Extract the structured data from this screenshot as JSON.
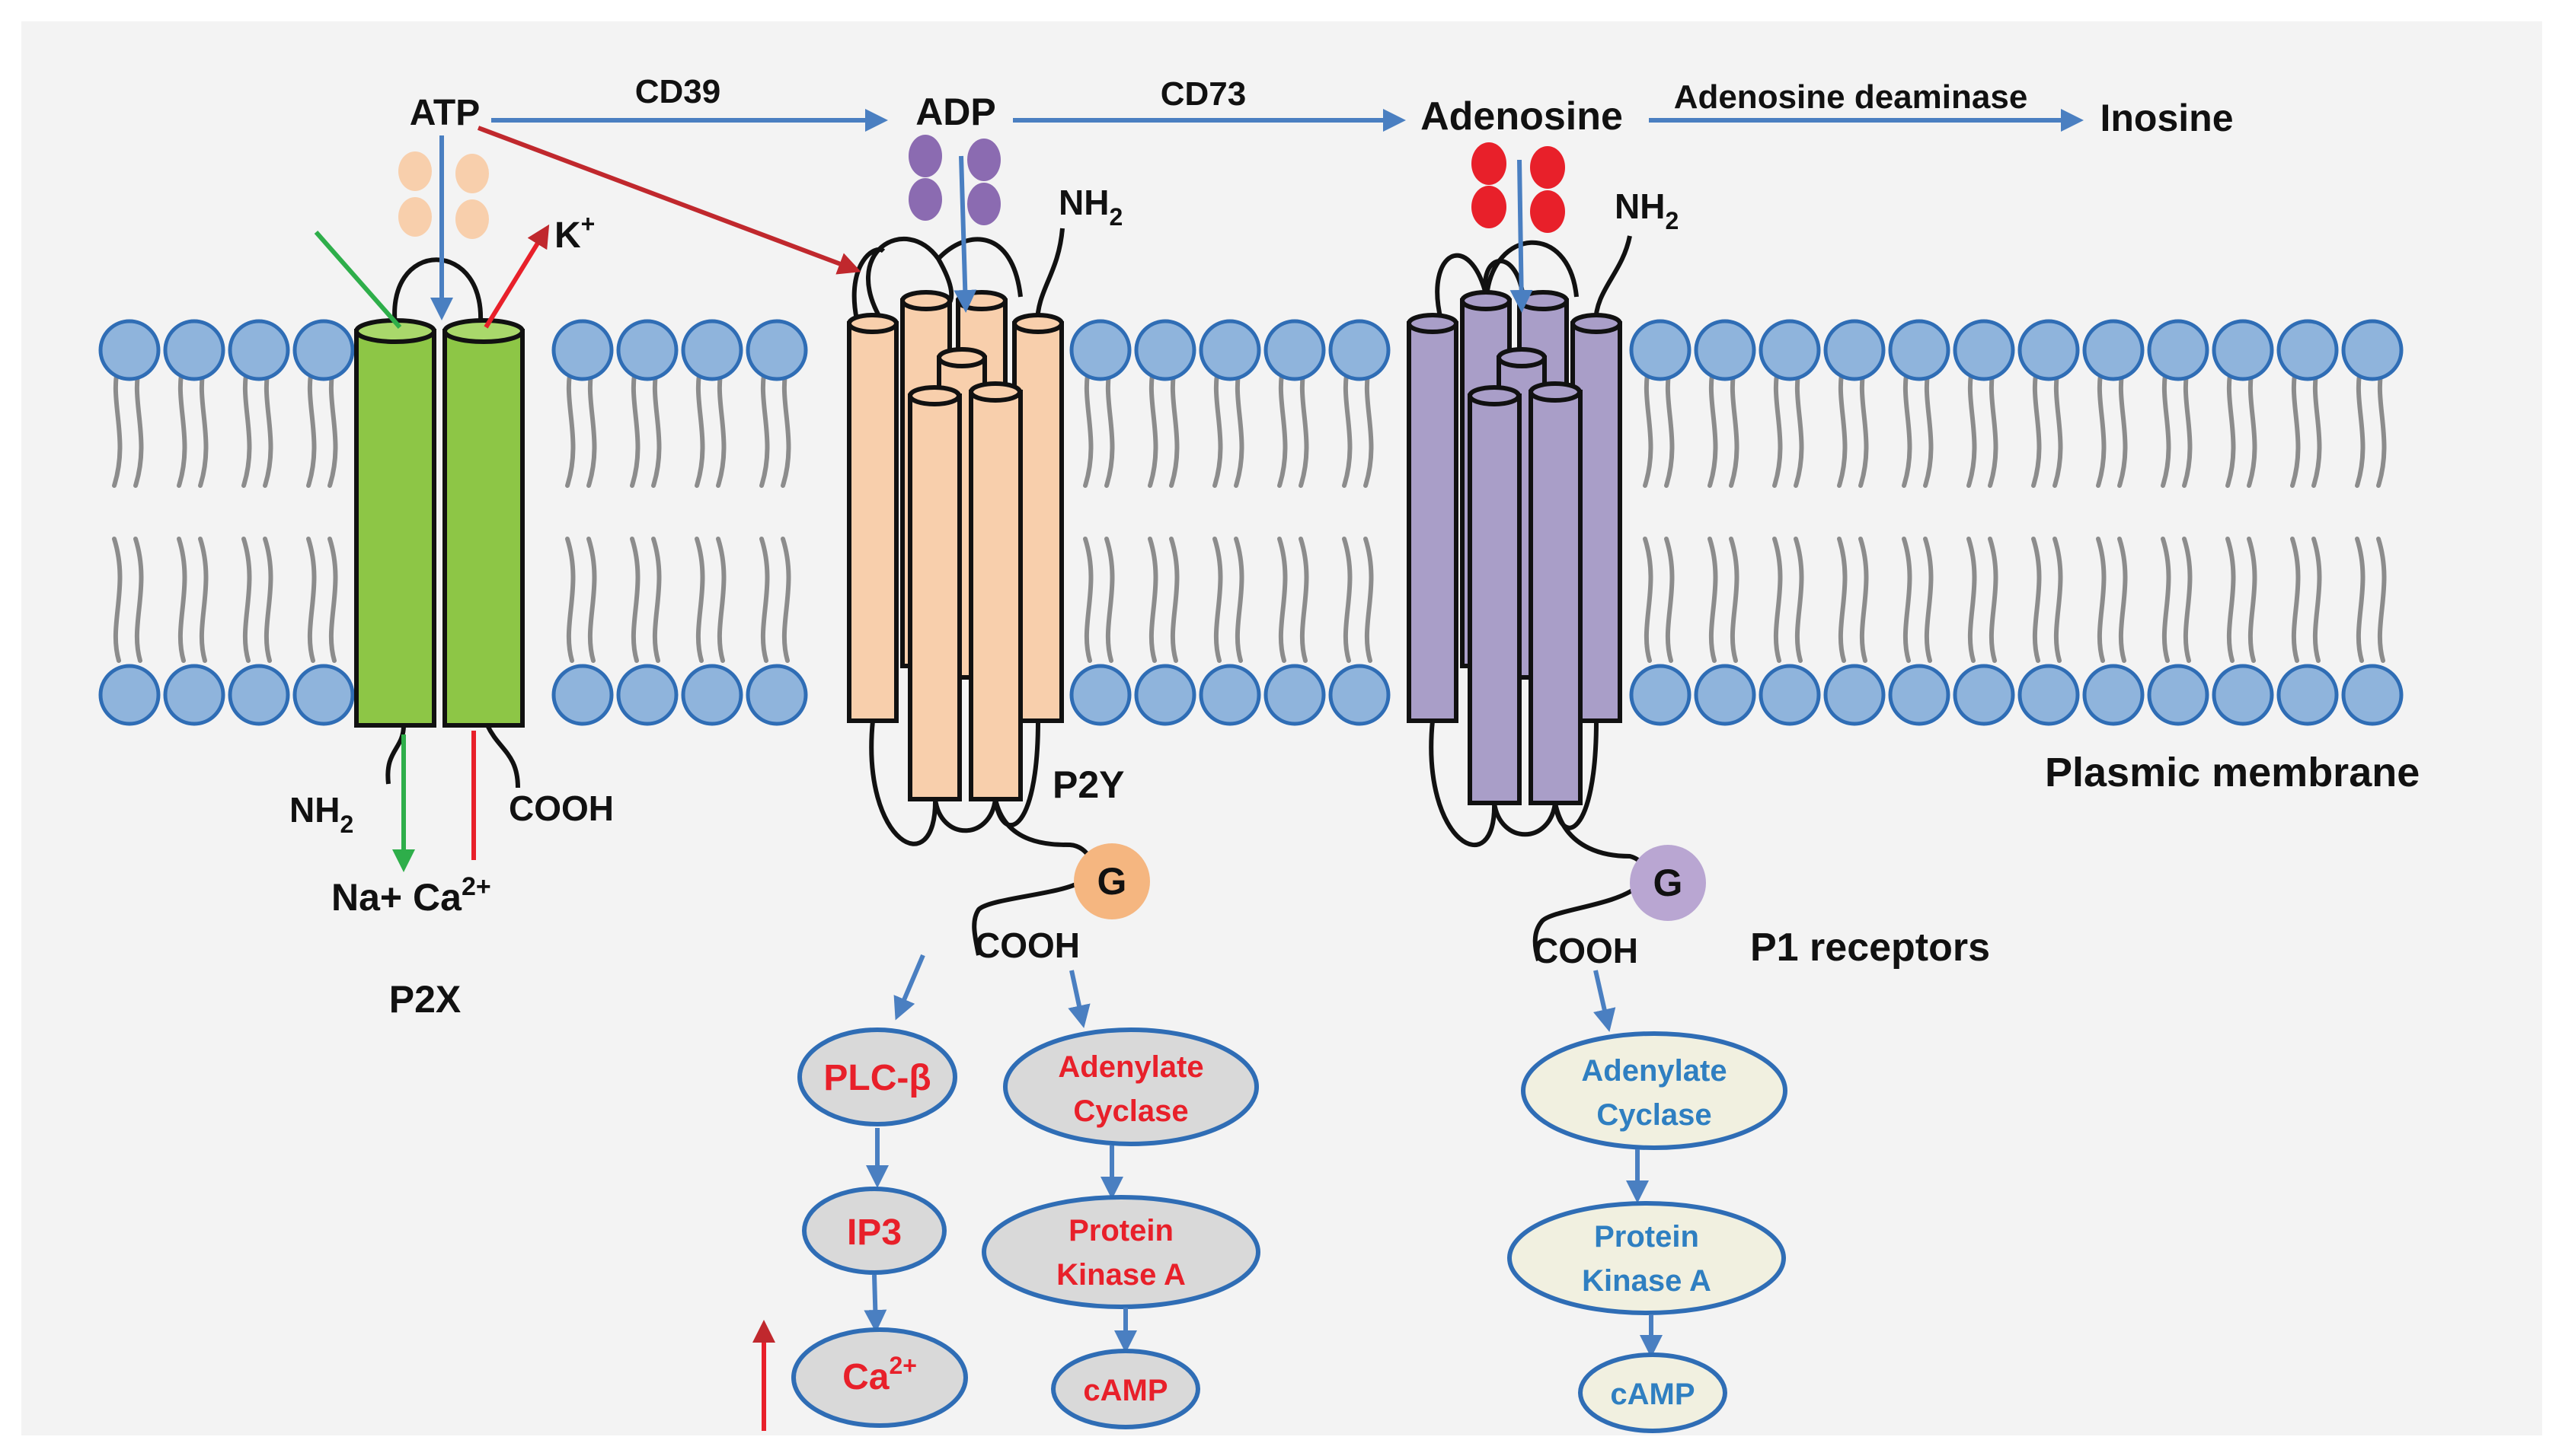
{
  "pathway": {
    "atp": "ATP",
    "cd39": "CD39",
    "adp": "ADP",
    "cd73": "CD73",
    "adenosine": "Adenosine",
    "adenosine_deaminase": "Adenosine deaminase",
    "inosine": "Inosine"
  },
  "p2x": {
    "name": "P2X",
    "k_ion": "K",
    "k_charge": "+",
    "nh2_n": "NH",
    "nh2_sub": "2",
    "cooh": "COOH",
    "na_ca": "Na+ Ca",
    "ca_charge": "2+"
  },
  "p2y": {
    "name": "P2Y",
    "nh2_n": "NH",
    "nh2_sub": "2",
    "g": "G",
    "cooh": "COOH",
    "plc": "PLC-β",
    "ip3": "IP3",
    "ca": "Ca",
    "ca_charge": "2+",
    "adenylate_1": "Adenylate",
    "adenylate_2": "Cyclase",
    "pka_1": "Protein",
    "pka_2": "Kinase A",
    "camp": "cAMP"
  },
  "p1": {
    "name": "P1 receptors",
    "nh2_n": "NH",
    "nh2_sub": "2",
    "g": "G",
    "cooh": "COOH",
    "adenylate_1": "Adenylate",
    "adenylate_2": "Cyclase",
    "pka_1": "Protein",
    "pka_2": "Kinase A",
    "camp": "cAMP"
  },
  "membrane_label": "Plasmic membrane",
  "colors": {
    "background": "#f3f3f3",
    "phospholipid_head": "#8fb4dc",
    "phospholipid_stroke": "#2f6db5",
    "tail": "#8c8c8c",
    "arrow_blue": "#4a7fc1",
    "arrow_red": "#c0282d",
    "arrow_green": "#2eae4a",
    "p2x_channel": "#8dc646",
    "p2y_helix": "#f8cfac",
    "p1_helix": "#a99ec8",
    "atp_dots": "#f8cfac",
    "adp_dots": "#8b6bb1",
    "adenosine_dots": "#e8202a",
    "g_p2y": "#f5b680",
    "g_p1": "#b9a6d2",
    "ellipse_gray": "#d9d9d9",
    "ellipse_cream": "#f1f0e0",
    "ellipse_stroke": "#2f6db5"
  }
}
